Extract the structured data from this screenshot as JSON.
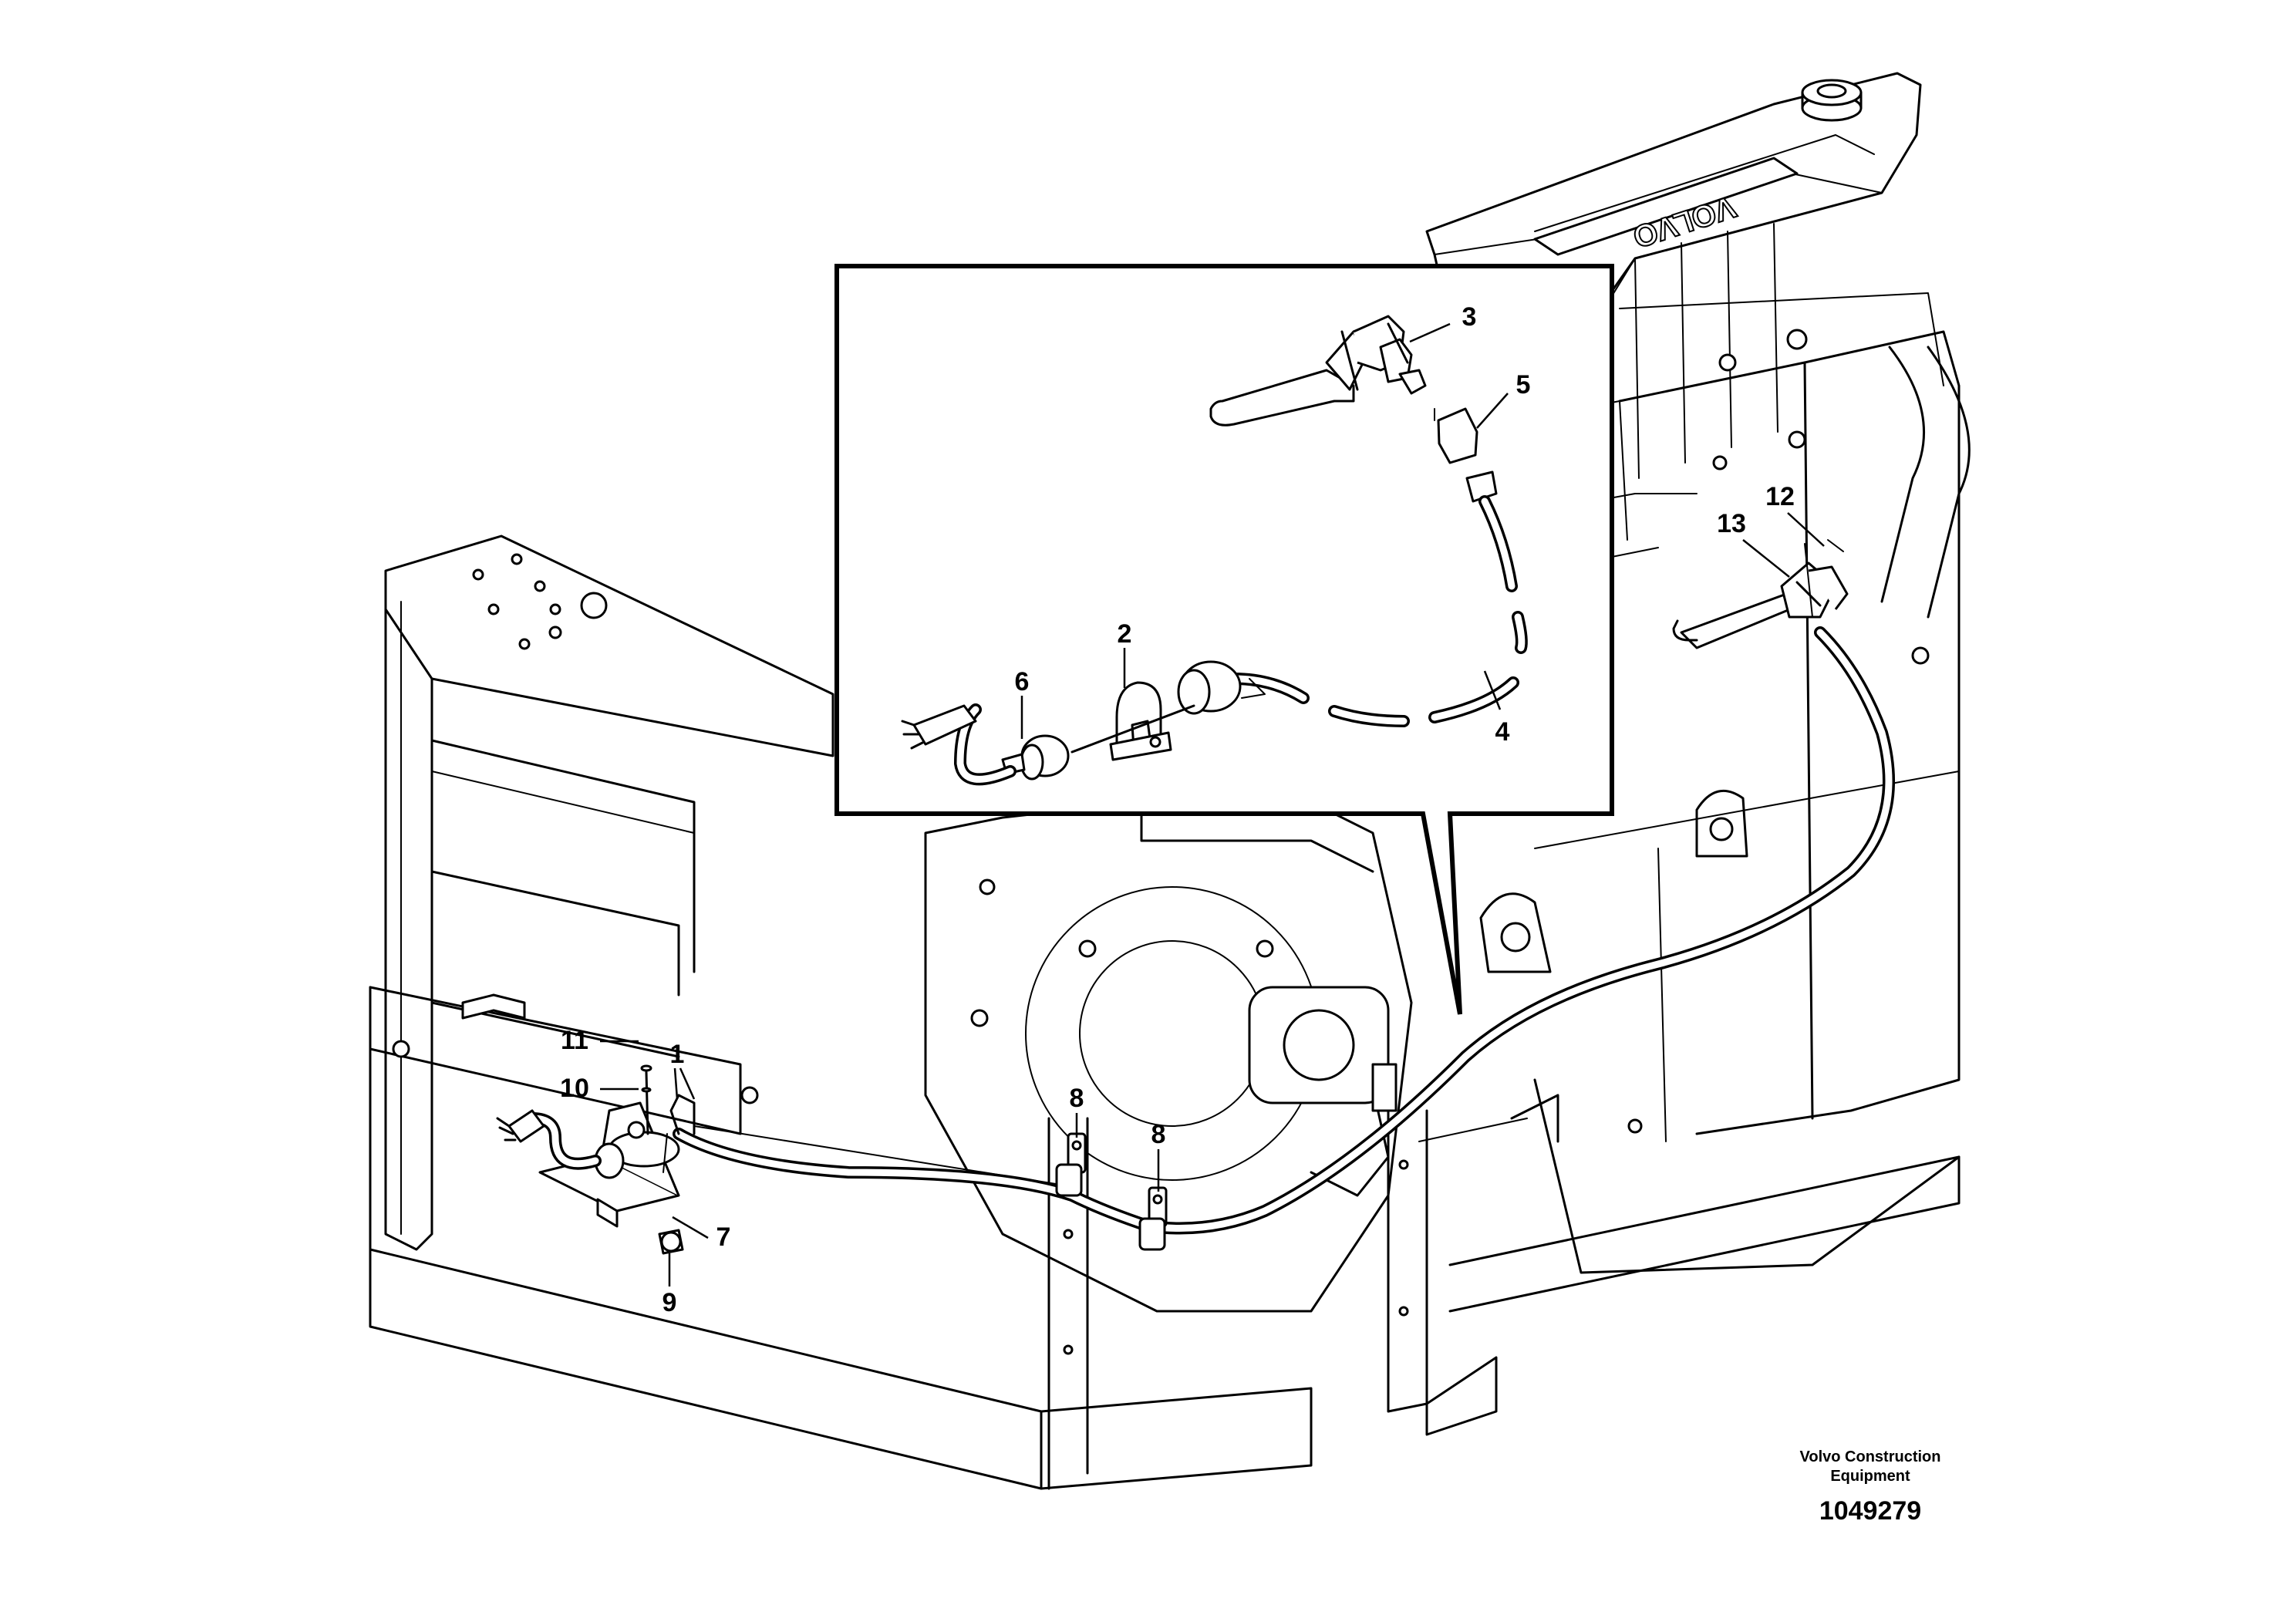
{
  "callouts": {
    "c1": "1",
    "c2": "2",
    "c3": "3",
    "c4": "4",
    "c5": "5",
    "c6": "6",
    "c7": "7",
    "c8a": "8",
    "c8b": "8",
    "c9": "9",
    "c10": "10",
    "c11": "11",
    "c12": "12",
    "c13": "13"
  },
  "footer": {
    "brand_line1": "Volvo Construction",
    "brand_line2": "Equipment",
    "document_number": "1049279"
  },
  "engine_logo_text": "VOLVO",
  "colors": {
    "ink": "#000000",
    "paper": "#ffffff"
  }
}
